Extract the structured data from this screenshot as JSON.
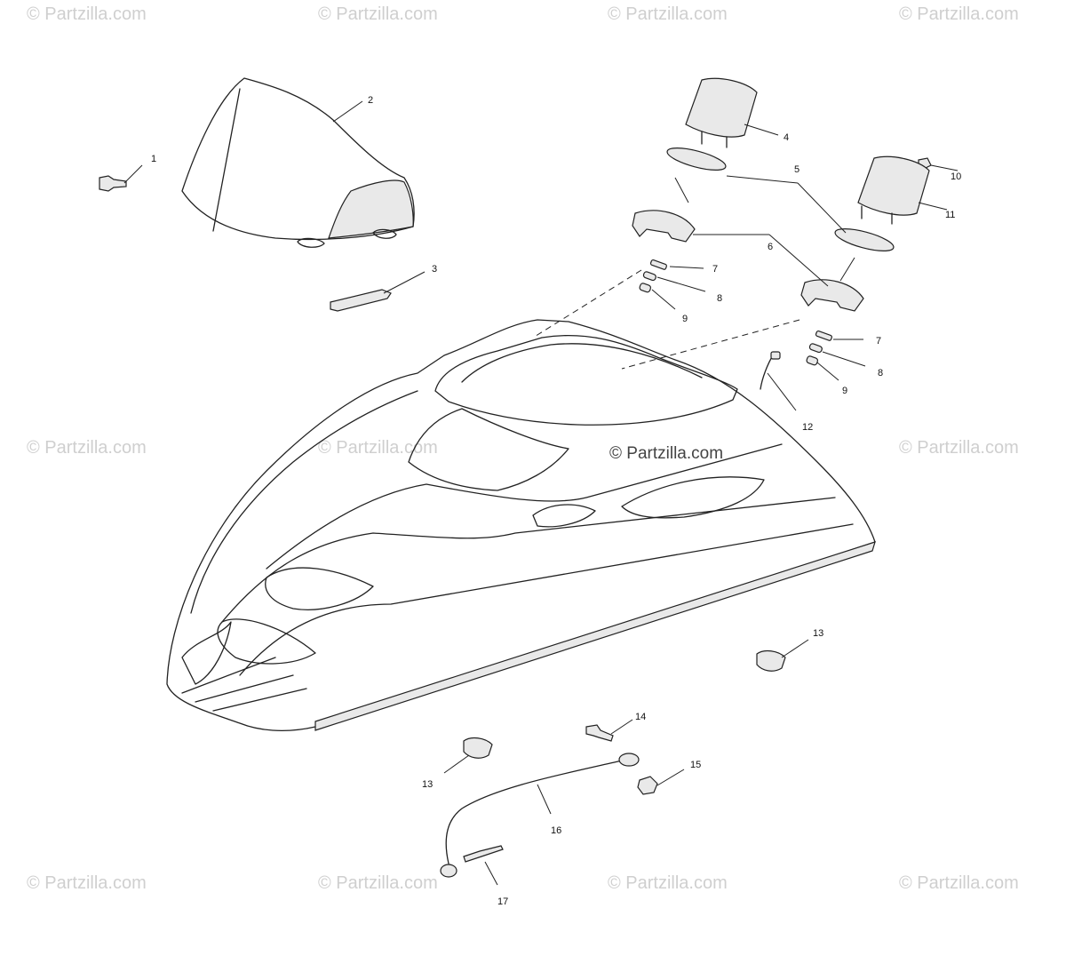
{
  "watermarks": {
    "text": "© Partzilla.com",
    "center": "© Partzilla.com"
  },
  "callouts": [
    "1",
    "2",
    "3",
    "4",
    "5",
    "6",
    "7",
    "8",
    "9",
    "10",
    "11",
    "12",
    "13",
    "14",
    "15",
    "16",
    "17"
  ],
  "colors": {
    "line": "#222222",
    "watermark": "#cfcfcf",
    "background": "#ffffff"
  }
}
